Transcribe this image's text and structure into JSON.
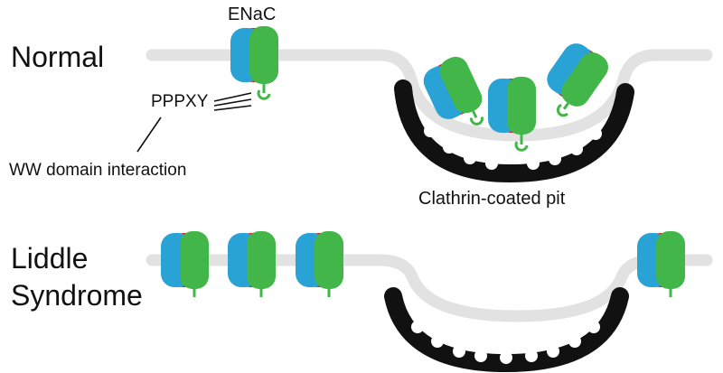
{
  "rows": {
    "normal_label": "Normal",
    "liddle_label_line1": "Liddle",
    "liddle_label_line2": "Syndrome"
  },
  "annotations": {
    "channel": "ENaC",
    "motif": "PPPXY",
    "interaction": "WW domain interaction",
    "pit": "Clathrin-coated pit"
  },
  "colors": {
    "blue": "#29a3d6",
    "green": "#43b649",
    "red": "#e2242b",
    "membrane": "#e2e2e2",
    "clathrin": "#111111"
  }
}
